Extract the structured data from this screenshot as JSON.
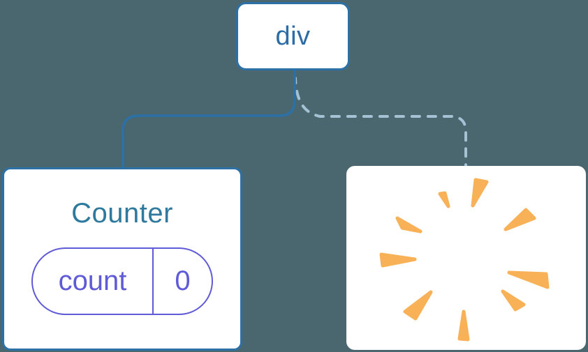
{
  "diagram": {
    "description": "React component tree diagram: div root with a kept Counter child (solid edge) and a removed child shown as a poof starburst (dashed edge)",
    "root_label": "div",
    "counter": {
      "title": "Counter",
      "state_key": "count",
      "state_value": "0"
    },
    "removed": {
      "icon": "poof-starburst-icon"
    },
    "edges": [
      {
        "from": "div",
        "to": "Counter",
        "style": "solid"
      },
      {
        "from": "div",
        "to": "removed",
        "style": "dashed"
      }
    ],
    "colors": {
      "background": "#4A6770",
      "node_fill": "#FFFFFF",
      "node_border_blue": "#2B71A7",
      "root_label_blue": "#2B6CA6",
      "component_title_teal": "#2E7A9E",
      "state_purple": "#5F5BD8",
      "solid_edge_blue": "#2B71A7",
      "dashed_edge_light_blue": "#A5C2D5",
      "poof_orange": "#F9B157"
    }
  }
}
